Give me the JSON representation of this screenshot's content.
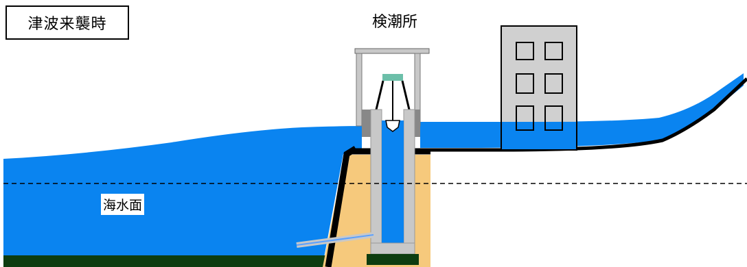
{
  "title": "津波来襲時",
  "station_label": "検潮所",
  "sea_level_label": "海水面",
  "colors": {
    "water": "#0a84f0",
    "ground": "#f6c97c",
    "seabed": "#0d3d10",
    "structure": "#c8c8c8",
    "outline": "#000000"
  }
}
